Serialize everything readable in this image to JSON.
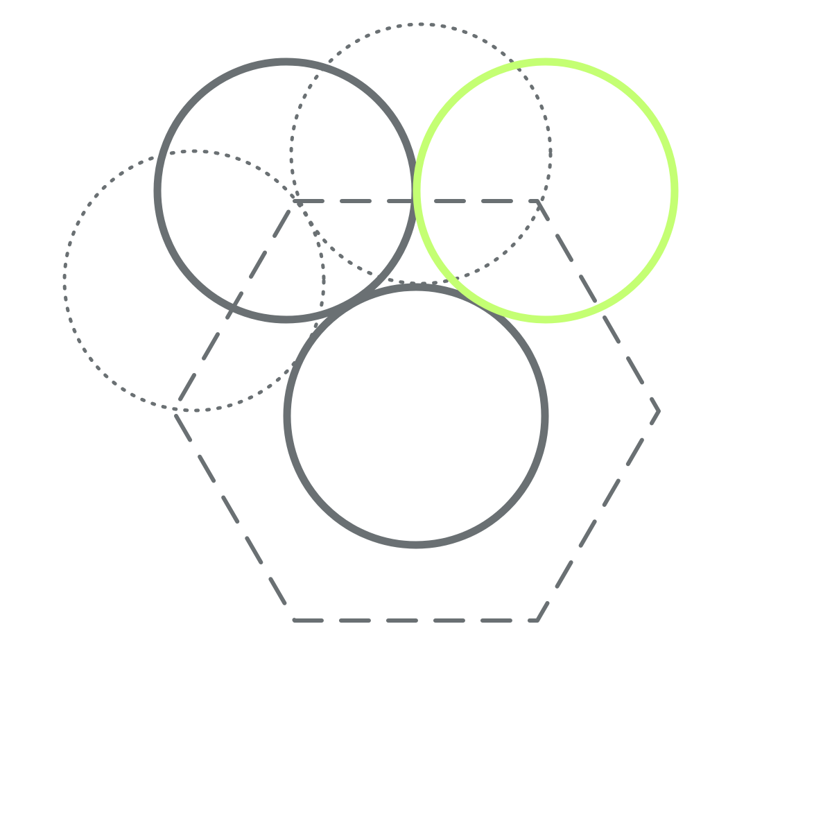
{
  "colors": {
    "background": "#ffffff",
    "stroke": "#6a7073",
    "highlight": "#c4ff73"
  },
  "shapes": [
    {
      "id": "hexagon",
      "style": "dashed"
    },
    {
      "id": "dotted-circle-top",
      "style": "dotted"
    },
    {
      "id": "dotted-circle-left",
      "style": "dotted"
    },
    {
      "id": "solid-circle-left",
      "style": "solid"
    },
    {
      "id": "solid-circle-bottom",
      "style": "solid"
    },
    {
      "id": "solid-circle-right",
      "style": "solid",
      "highlighted": true
    }
  ]
}
